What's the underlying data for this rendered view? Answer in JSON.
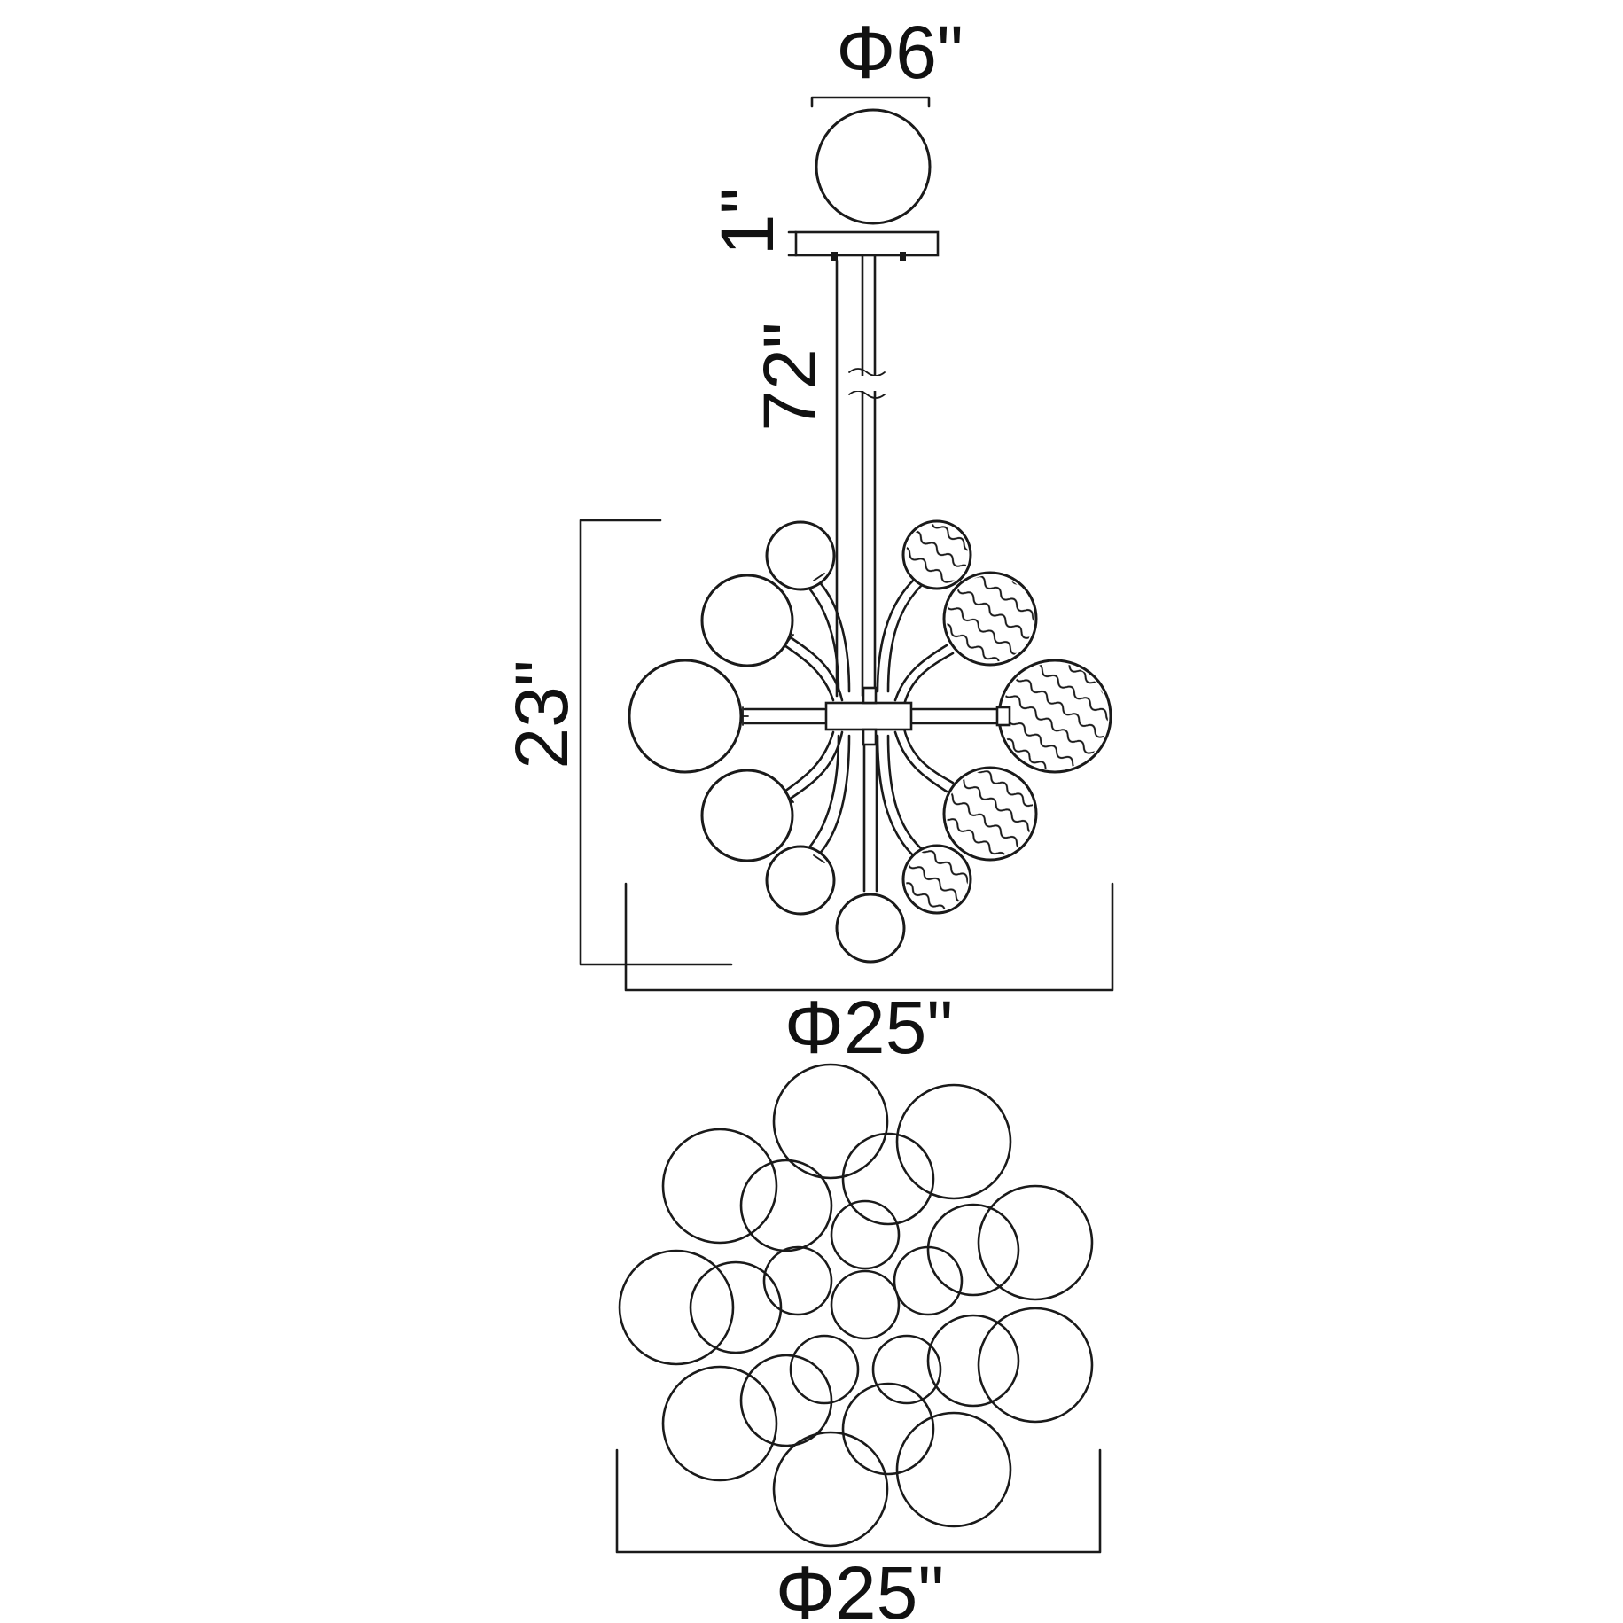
{
  "dimensions": {
    "canopy_diameter": "Φ6\"",
    "canopy_height": "1\"",
    "cord_length": "72\"",
    "fixture_height": "23\"",
    "fixture_diameter_side": "Φ25\"",
    "fixture_diameter_top": "Φ25\""
  },
  "colors": {
    "line": "#1a1a1a",
    "background": "#ffffff"
  }
}
